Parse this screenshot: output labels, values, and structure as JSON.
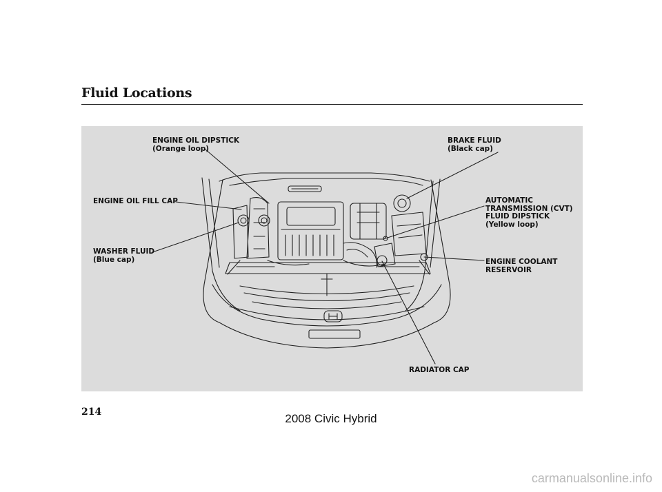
{
  "header": {
    "title": "Fluid Locations"
  },
  "callouts": {
    "engine_oil_dipstick": {
      "name": "ENGINE OIL DIPSTICK",
      "note": "(Orange loop)"
    },
    "brake_fluid": {
      "name": "BRAKE FLUID",
      "note": "(Black cap)"
    },
    "engine_oil_fill_cap": {
      "name": "ENGINE OIL FILL CAP"
    },
    "automatic_transmission": {
      "line1": "AUTOMATIC",
      "line2": "TRANSMISSION (CVT)",
      "line3": "FLUID DIPSTICK",
      "note": "(Yellow loop)"
    },
    "washer_fluid": {
      "name": "WASHER FLUID",
      "note": "(Blue cap)"
    },
    "engine_coolant_reservoir": {
      "line1": "ENGINE COOLANT",
      "line2": "RESERVOIR"
    },
    "radiator_cap": {
      "name": "RADIATOR CAP"
    }
  },
  "footer": {
    "page_number": "214",
    "model": "2008  Civic  Hybrid",
    "watermark": "carmanualsonline.info"
  }
}
